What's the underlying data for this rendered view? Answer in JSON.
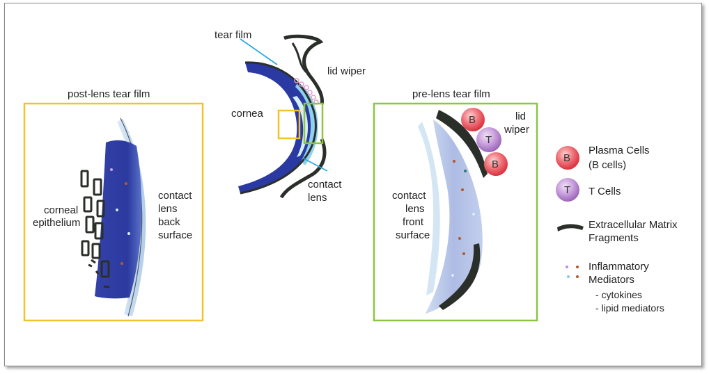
{
  "titles": {
    "post_lens": "post-lens tear film",
    "pre_lens": "pre-lens tear film"
  },
  "center": {
    "tear_film": "tear film",
    "lid_wiper": "lid wiper",
    "cornea": "cornea",
    "contact_lens_1": "contact",
    "contact_lens_2": "lens"
  },
  "left_panel": {
    "corneal_1": "corneal",
    "corneal_2": "epithelium",
    "cl_1": "contact",
    "cl_2": "lens",
    "cl_3": "back",
    "cl_4": "surface"
  },
  "right_panel": {
    "lid_1": "lid",
    "lid_2": "wiper",
    "cl_1": "contact",
    "cl_2": "lens",
    "cl_3": "front",
    "cl_4": "surface",
    "cell_b": "B",
    "cell_t": "T"
  },
  "legend": {
    "b_letter": "B",
    "plasma_1": "Plasma Cells",
    "plasma_2": "(B cells)",
    "t_letter": "T",
    "t_cells": "T Cells",
    "ecm_1": "Extracellular Matrix",
    "ecm_2": "Fragments",
    "inflam_1": "Inflammatory",
    "inflam_2": "Mediators",
    "inflam_3": "- cytokines",
    "inflam_4": "- lipid mediators"
  },
  "colors": {
    "post_box": "#f2c12e",
    "pre_box": "#8cc63f",
    "cornea_blue": "#2b3fa8",
    "lens_light": "#b9d6ee",
    "ecm": "#2b2f2a",
    "b_cell": "#e8505b",
    "t_cell": "#b98ad0",
    "pointer": "#29a9e0"
  }
}
